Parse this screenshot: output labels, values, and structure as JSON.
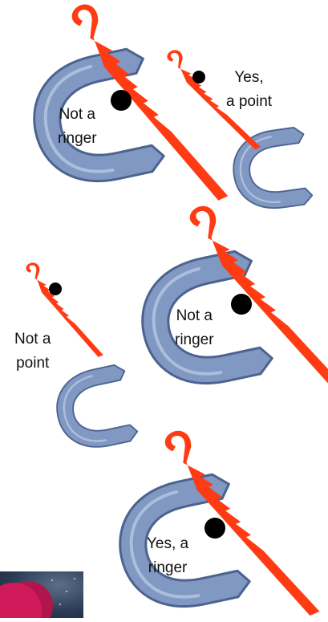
{
  "labels": {
    "top_left": [
      "Not a",
      "ringer"
    ],
    "top_right": [
      "Yes,",
      "a point"
    ],
    "middle_left": [
      "Not a",
      "point"
    ],
    "middle_right": [
      "Not a",
      "ringer"
    ],
    "bottom": [
      "Yes, a",
      "ringer"
    ]
  },
  "colors": {
    "horseshoe": "#8098c2",
    "horseshoe_edge": "#4c6390",
    "stake": "#ff3b14",
    "marker": "#000000"
  },
  "icons": {
    "horseshoe": "horseshoe-icon",
    "stake": "stake-icon",
    "marker": "dot-marker-icon"
  }
}
